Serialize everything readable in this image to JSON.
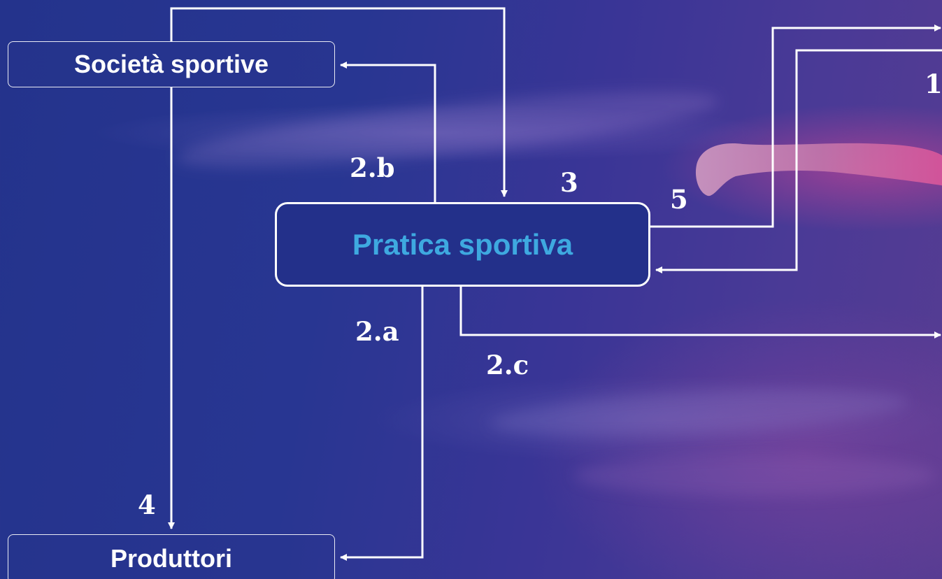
{
  "nodes": {
    "societa": "Società sportive",
    "pratica": "Pratica sportiva",
    "produttori": "Produttori"
  },
  "edge_labels": {
    "l1": "1",
    "l2a": "2.a",
    "l2b": "2.b",
    "l2c": "2.c",
    "l3": "3",
    "l4": "4",
    "l5": "5"
  },
  "colors": {
    "background": "#283692",
    "accent_text": "#3ea9e0",
    "line": "#ffffff"
  }
}
